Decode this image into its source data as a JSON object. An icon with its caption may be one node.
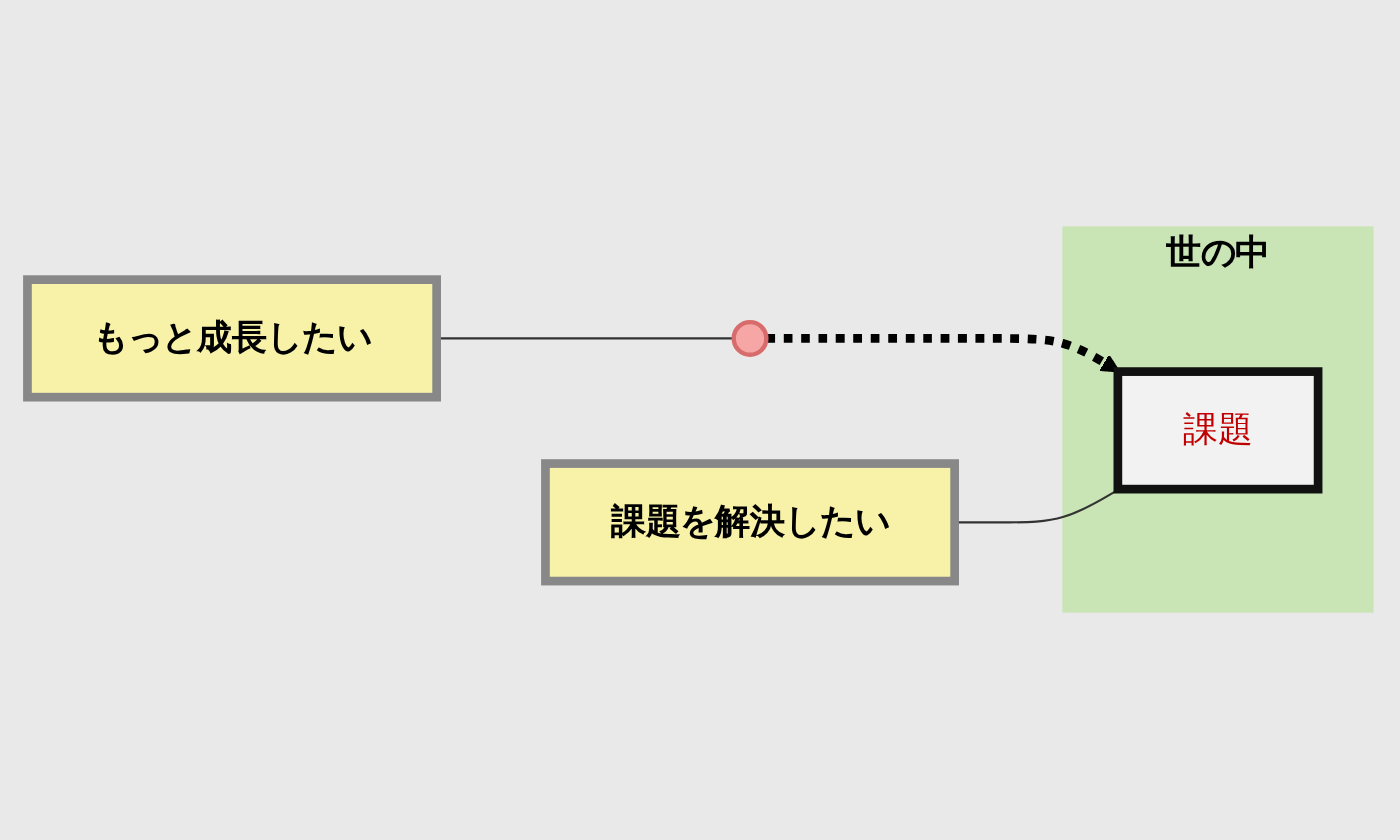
{
  "diagram": {
    "nodes": [
      {
        "text": [
          "世の中"
        ]
      },
      {
        "text": [
          "課題"
        ],
        "in": 0
      },
      {
        "text": [],
        "shape": "circle"
      },
      {
        "text": [
          "もっと成長したい"
        ]
      },
      {
        "text": [
          "課題を解決したい"
        ]
      }
    ],
    "edges": [
      {
        "from": 2,
        "to": 1,
        "arrow": "to",
        "style": "dashed"
      },
      {
        "from": 3,
        "to": 2,
        "arrow": "none"
      },
      {
        "from": 4,
        "to": 1,
        "arrow": "none"
      }
    ]
  }
}
